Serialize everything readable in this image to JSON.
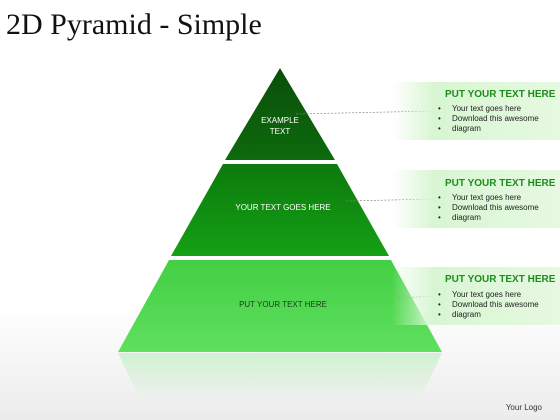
{
  "title": "2D Pyramid - Simple",
  "tiers": [
    {
      "label_line1": "EXAMPLE",
      "label_line2": "TEXT",
      "heading": "PUT YOUR TEXT HERE",
      "bullets": [
        "Your text goes here",
        "Download this awesome",
        "diagram"
      ]
    },
    {
      "label": "YOUR TEXT GOES HERE",
      "heading": "PUT YOUR TEXT HERE",
      "bullets": [
        "Your text goes here",
        "Download this awesome",
        "diagram"
      ]
    },
    {
      "label": "PUT YOUR TEXT HERE",
      "heading": "PUT YOUR TEXT HERE",
      "bullets": [
        "Your text goes here",
        "Download this awesome",
        "diagram"
      ]
    }
  ],
  "logo": "Your Logo",
  "colors": {
    "tier_top": "#0b5e0b",
    "tier_middle": "#109110",
    "tier_bottom": "#4cd84c",
    "heading": "#1e8c1e"
  }
}
